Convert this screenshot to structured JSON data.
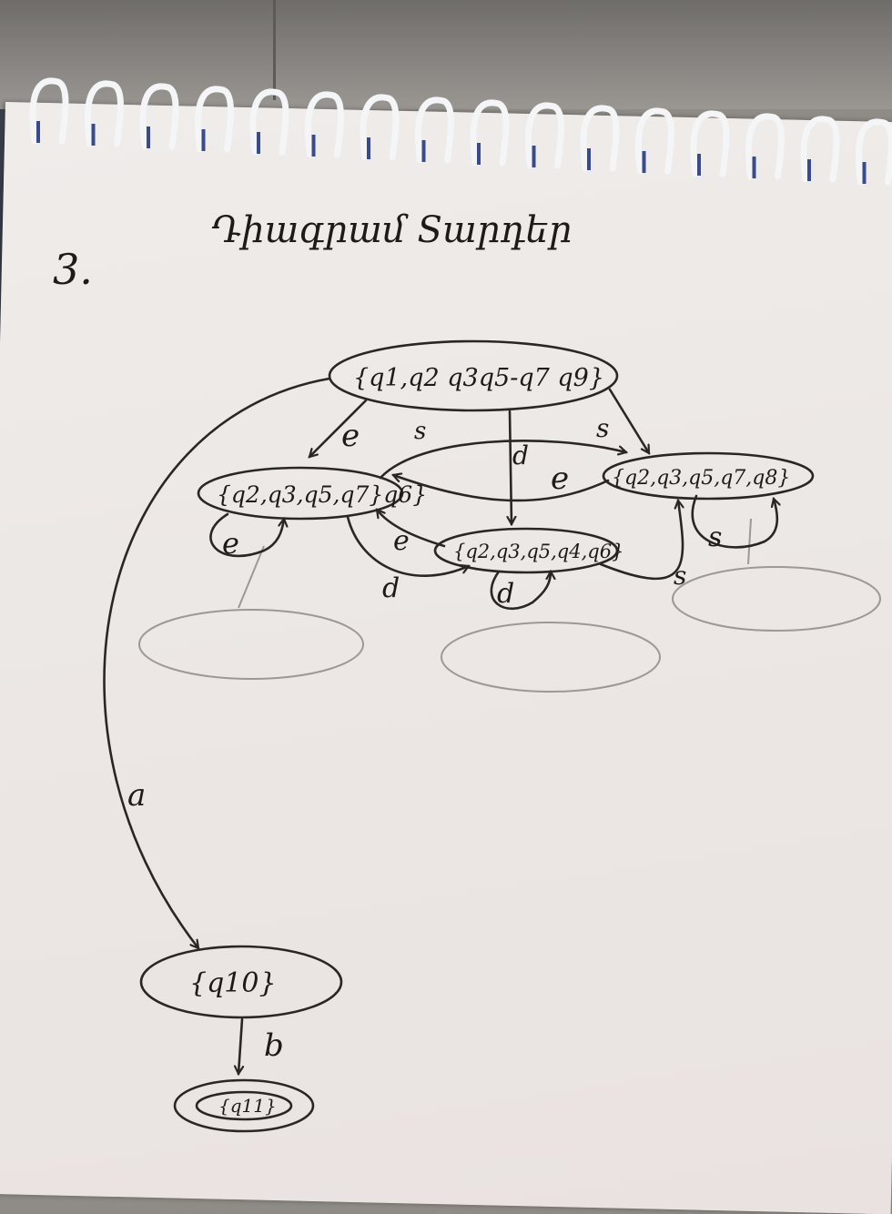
{
  "heading": "Դիագրամ Sարդեր",
  "exercise_number": "3.",
  "states": [
    {
      "id": "start",
      "label": "{q1,q2 q3q5-q7 q9}"
    },
    {
      "id": "e_state",
      "label": "{q2,q3,q5,q7}q6}"
    },
    {
      "id": "s_state",
      "label": "{q2,q3,q5,q7,q8}"
    },
    {
      "id": "d_state",
      "label": "{q2,q3,q5,q4,q6}"
    },
    {
      "id": "q10",
      "label": "{q10}"
    },
    {
      "id": "q11",
      "label": "{q11}"
    }
  ],
  "transitions": [
    {
      "from": "start",
      "to": "e_state",
      "label": "e"
    },
    {
      "from": "start",
      "to": "s_state",
      "label": "s"
    },
    {
      "from": "start",
      "to": "d_state",
      "label": "d"
    },
    {
      "from": "e_state",
      "to": "s_state",
      "label": "s"
    },
    {
      "from": "s_state",
      "to": "e_state",
      "label": "e"
    },
    {
      "from": "d_state",
      "to": "e_state",
      "label": "e"
    },
    {
      "from": "e_state",
      "to": "d_state",
      "label": "d"
    },
    {
      "from": "d_state",
      "to": "s_state",
      "label": "s"
    },
    {
      "from": "e_state",
      "to": "e_state",
      "label": "e"
    },
    {
      "from": "s_state",
      "to": "s_state",
      "label": "s"
    },
    {
      "from": "d_state",
      "to": "d_state",
      "label": "d"
    },
    {
      "from": "start",
      "to": "q10",
      "label": "a"
    },
    {
      "from": "q10",
      "to": "q11",
      "label": "b"
    }
  ],
  "colors": {
    "ink": "#2a2624",
    "paper": "#eeeae8",
    "faint": "#9c9896",
    "spiral": "#f4f5f7"
  }
}
